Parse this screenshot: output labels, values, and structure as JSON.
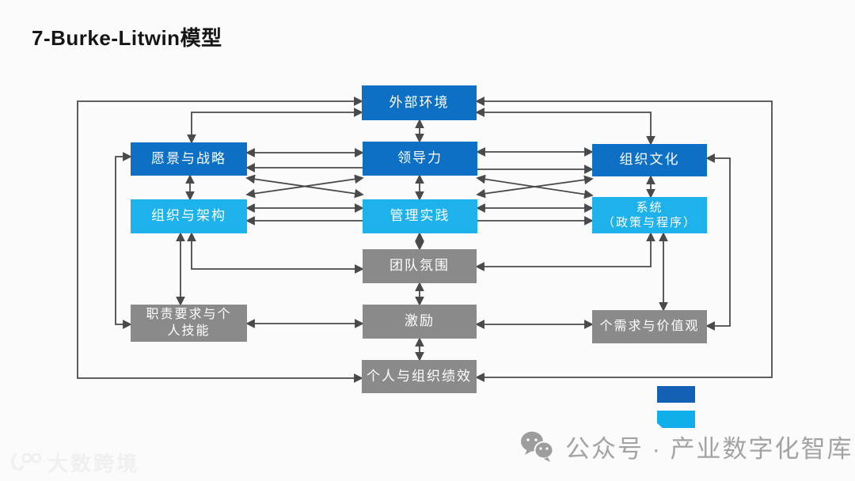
{
  "title": "7-Burke-Litwin模型",
  "colors": {
    "dark_blue_box": "#0e70c4",
    "light_blue_box": "#1db2ec",
    "gray_box": "#8a8a8a",
    "arrow": "#4a4a4a",
    "legend_dark_blue": "#1261b4",
    "legend_light_blue": "#10aeea",
    "watermark_gray": "#a3a3a3"
  },
  "nodes": {
    "ext_env": {
      "label": "外部环境"
    },
    "vision": {
      "label": "愿景与战略"
    },
    "leadership": {
      "label": "领导力"
    },
    "culture": {
      "label": "组织文化"
    },
    "structure": {
      "label": "组织与架构"
    },
    "management": {
      "label": "管理实践"
    },
    "systems": {
      "label": "系统",
      "label2": "（政策与程序）"
    },
    "climate": {
      "label": "团队氛围"
    },
    "tasks": {
      "label": "职责要求与个",
      "label2": "人技能"
    },
    "motivation": {
      "label": "激励"
    },
    "needs": {
      "label": "个需求与价值观"
    },
    "performance": {
      "label": "个人与组织绩效"
    }
  },
  "watermark": {
    "text": "公众号 · 产业数字化智库"
  },
  "footer_logo": {
    "text": "大数跨境"
  }
}
